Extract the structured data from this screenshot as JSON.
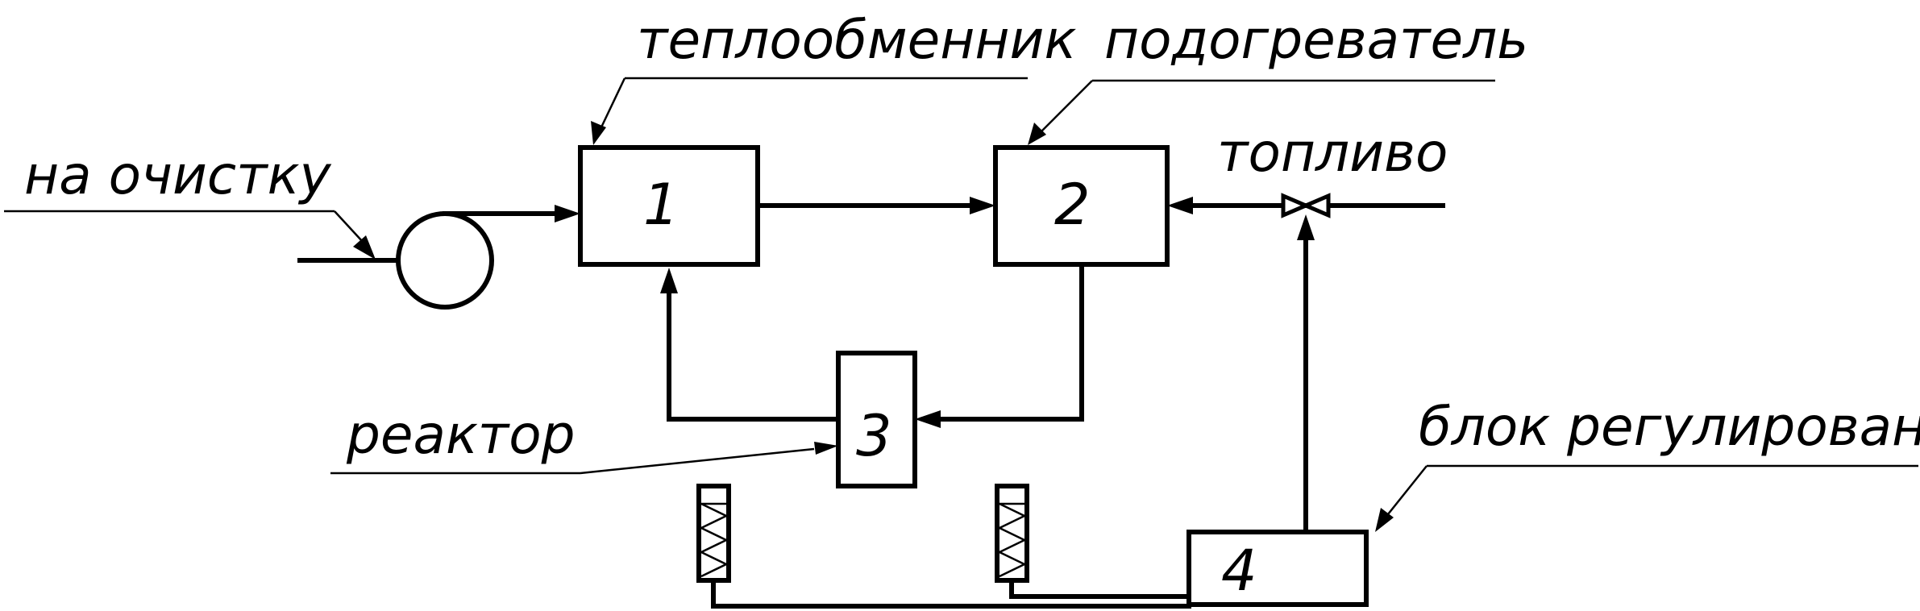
{
  "labels": {
    "heat_exchanger": "теплообменник",
    "heater": "подогреватель",
    "to_cleaning": "на очистку",
    "fuel": "топливо",
    "reactor": "реактор",
    "control_unit": "блок регулирования"
  },
  "blocks": {
    "b1": "1",
    "b2": "2",
    "b3": "3",
    "b4": "4"
  },
  "colors": {
    "ink": "#000000",
    "background": "#ffffff"
  }
}
